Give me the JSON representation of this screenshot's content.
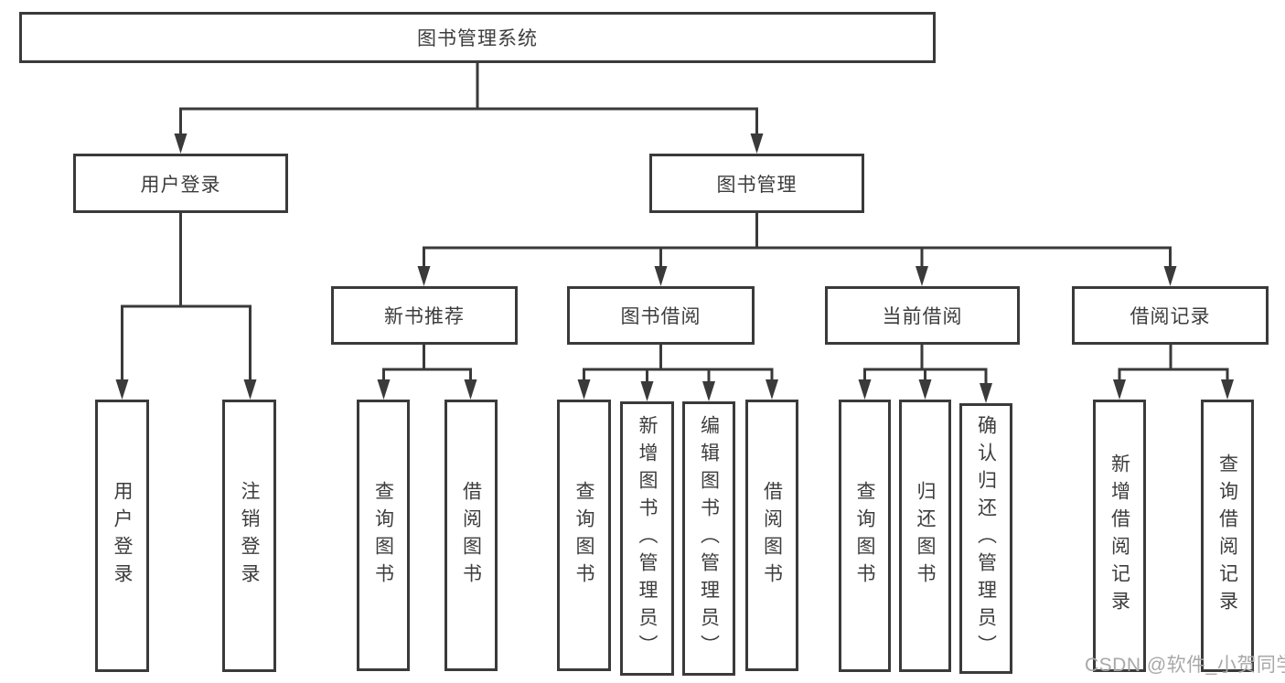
{
  "diagram": {
    "title": "图书管理系统",
    "branches": [
      {
        "label": "用户登录",
        "children": [
          {
            "label": "用户登录"
          },
          {
            "label": "注销登录"
          }
        ]
      },
      {
        "label": "图书管理",
        "children": [
          {
            "label": "新书推荐",
            "children": [
              {
                "label": "查询图书"
              },
              {
                "label": "借阅图书"
              }
            ]
          },
          {
            "label": "图书借阅",
            "children": [
              {
                "label": "查询图书"
              },
              {
                "label": "新增图书（管理员）"
              },
              {
                "label": "编辑图书（管理员）"
              },
              {
                "label": "借阅图书"
              }
            ]
          },
          {
            "label": "当前借阅",
            "children": [
              {
                "label": "查询图书"
              },
              {
                "label": "归还图书"
              },
              {
                "label": "确认归还（管理员）"
              }
            ]
          },
          {
            "label": "借阅记录",
            "children": [
              {
                "label": "新增借阅记录"
              },
              {
                "label": "查询借阅记录"
              }
            ]
          }
        ]
      }
    ]
  },
  "watermark": {
    "text": "CSDN @软件_小贺同学"
  },
  "colors": {
    "line": "#3a3a3a",
    "text": "#3d3d3d",
    "watermark": "#a8a8a8",
    "background": "#ffffff"
  }
}
